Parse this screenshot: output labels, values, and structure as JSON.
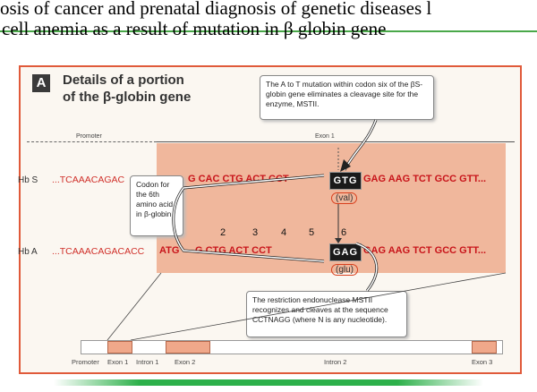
{
  "slide": {
    "title_line1": "osis of cancer and prenatal diagnosis of genetic diseases l",
    "title_line2": "cell anemia as a result of mutation in β globin gene"
  },
  "figure": {
    "panel_letter": "A",
    "panel_title_line1": "Details of a portion",
    "panel_title_line2": "of the β-globin gene",
    "callout_top": "The A to T mutation within codon six of the βS-globin gene eliminates a cleavage site for the enzyme, MSTII.",
    "callout_codon": "Codon for the 6th amino acid in β-globin",
    "callout_bottom": "The restriction endonuclease MSTII recognizes and cleaves at the sequence CCTNAGG (where N is any nucleotide).",
    "region_promoter": "Promoter",
    "region_exon1": "Exon 1",
    "hbs": {
      "label": "Hb S",
      "upstream": "...TCAAACAGAC",
      "coding": "G CAC CTG ACT CCT",
      "codon": "GTG",
      "downstream": "GAG AAG TCT GCC GTT...",
      "amino_acid": "(val)"
    },
    "hba": {
      "label": "Hb A",
      "upstream": "...TCAAACAGACACC",
      "start": "ATG",
      "coding": "G  CTG ACT CCT",
      "codon": "GAG",
      "downstream": "GAG AAG TCT GCC GTT...",
      "amino_acid": "(glu)"
    },
    "codon_numbers": [
      "2",
      "3",
      "4",
      "5",
      "6"
    ],
    "gene_map": {
      "promoter": "Promoter",
      "exon1": "Exon 1",
      "intron1": "Intron 1",
      "exon2": "Exon 2",
      "intron2": "Intron 2",
      "exon3": "Exon 3"
    }
  }
}
